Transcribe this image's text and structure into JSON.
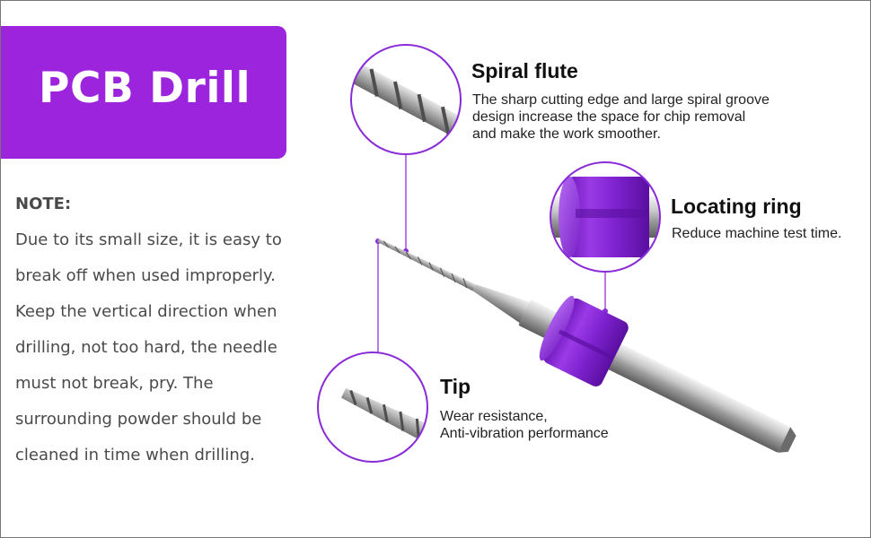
{
  "title": "PCB Drill",
  "note": {
    "heading": "NOTE:",
    "lines": [
      "Due to its small size, it is easy to",
      "break off when used improperly.",
      "Keep the vertical direction when",
      "drilling, not too hard, the needle",
      "must not break, pry. The",
      "surrounding powder should be",
      "cleaned in time when drilling."
    ]
  },
  "features": {
    "spiral_flute": {
      "title": "Spiral flute",
      "desc": [
        "The sharp cutting edge and large spiral groove",
        "design increase the space for chip removal",
        "and make the work smoother."
      ]
    },
    "locating_ring": {
      "title": "Locating ring",
      "desc": [
        "Reduce machine test time."
      ]
    },
    "tip": {
      "title": "Tip",
      "desc": [
        "Wear resistance,",
        "Anti-vibration performance"
      ]
    }
  },
  "colors": {
    "accent_purple": "#9b24dc",
    "ring_purple": "#8a2bd8",
    "callout_line": "#a64ad8",
    "text": "#4a4a4a"
  }
}
